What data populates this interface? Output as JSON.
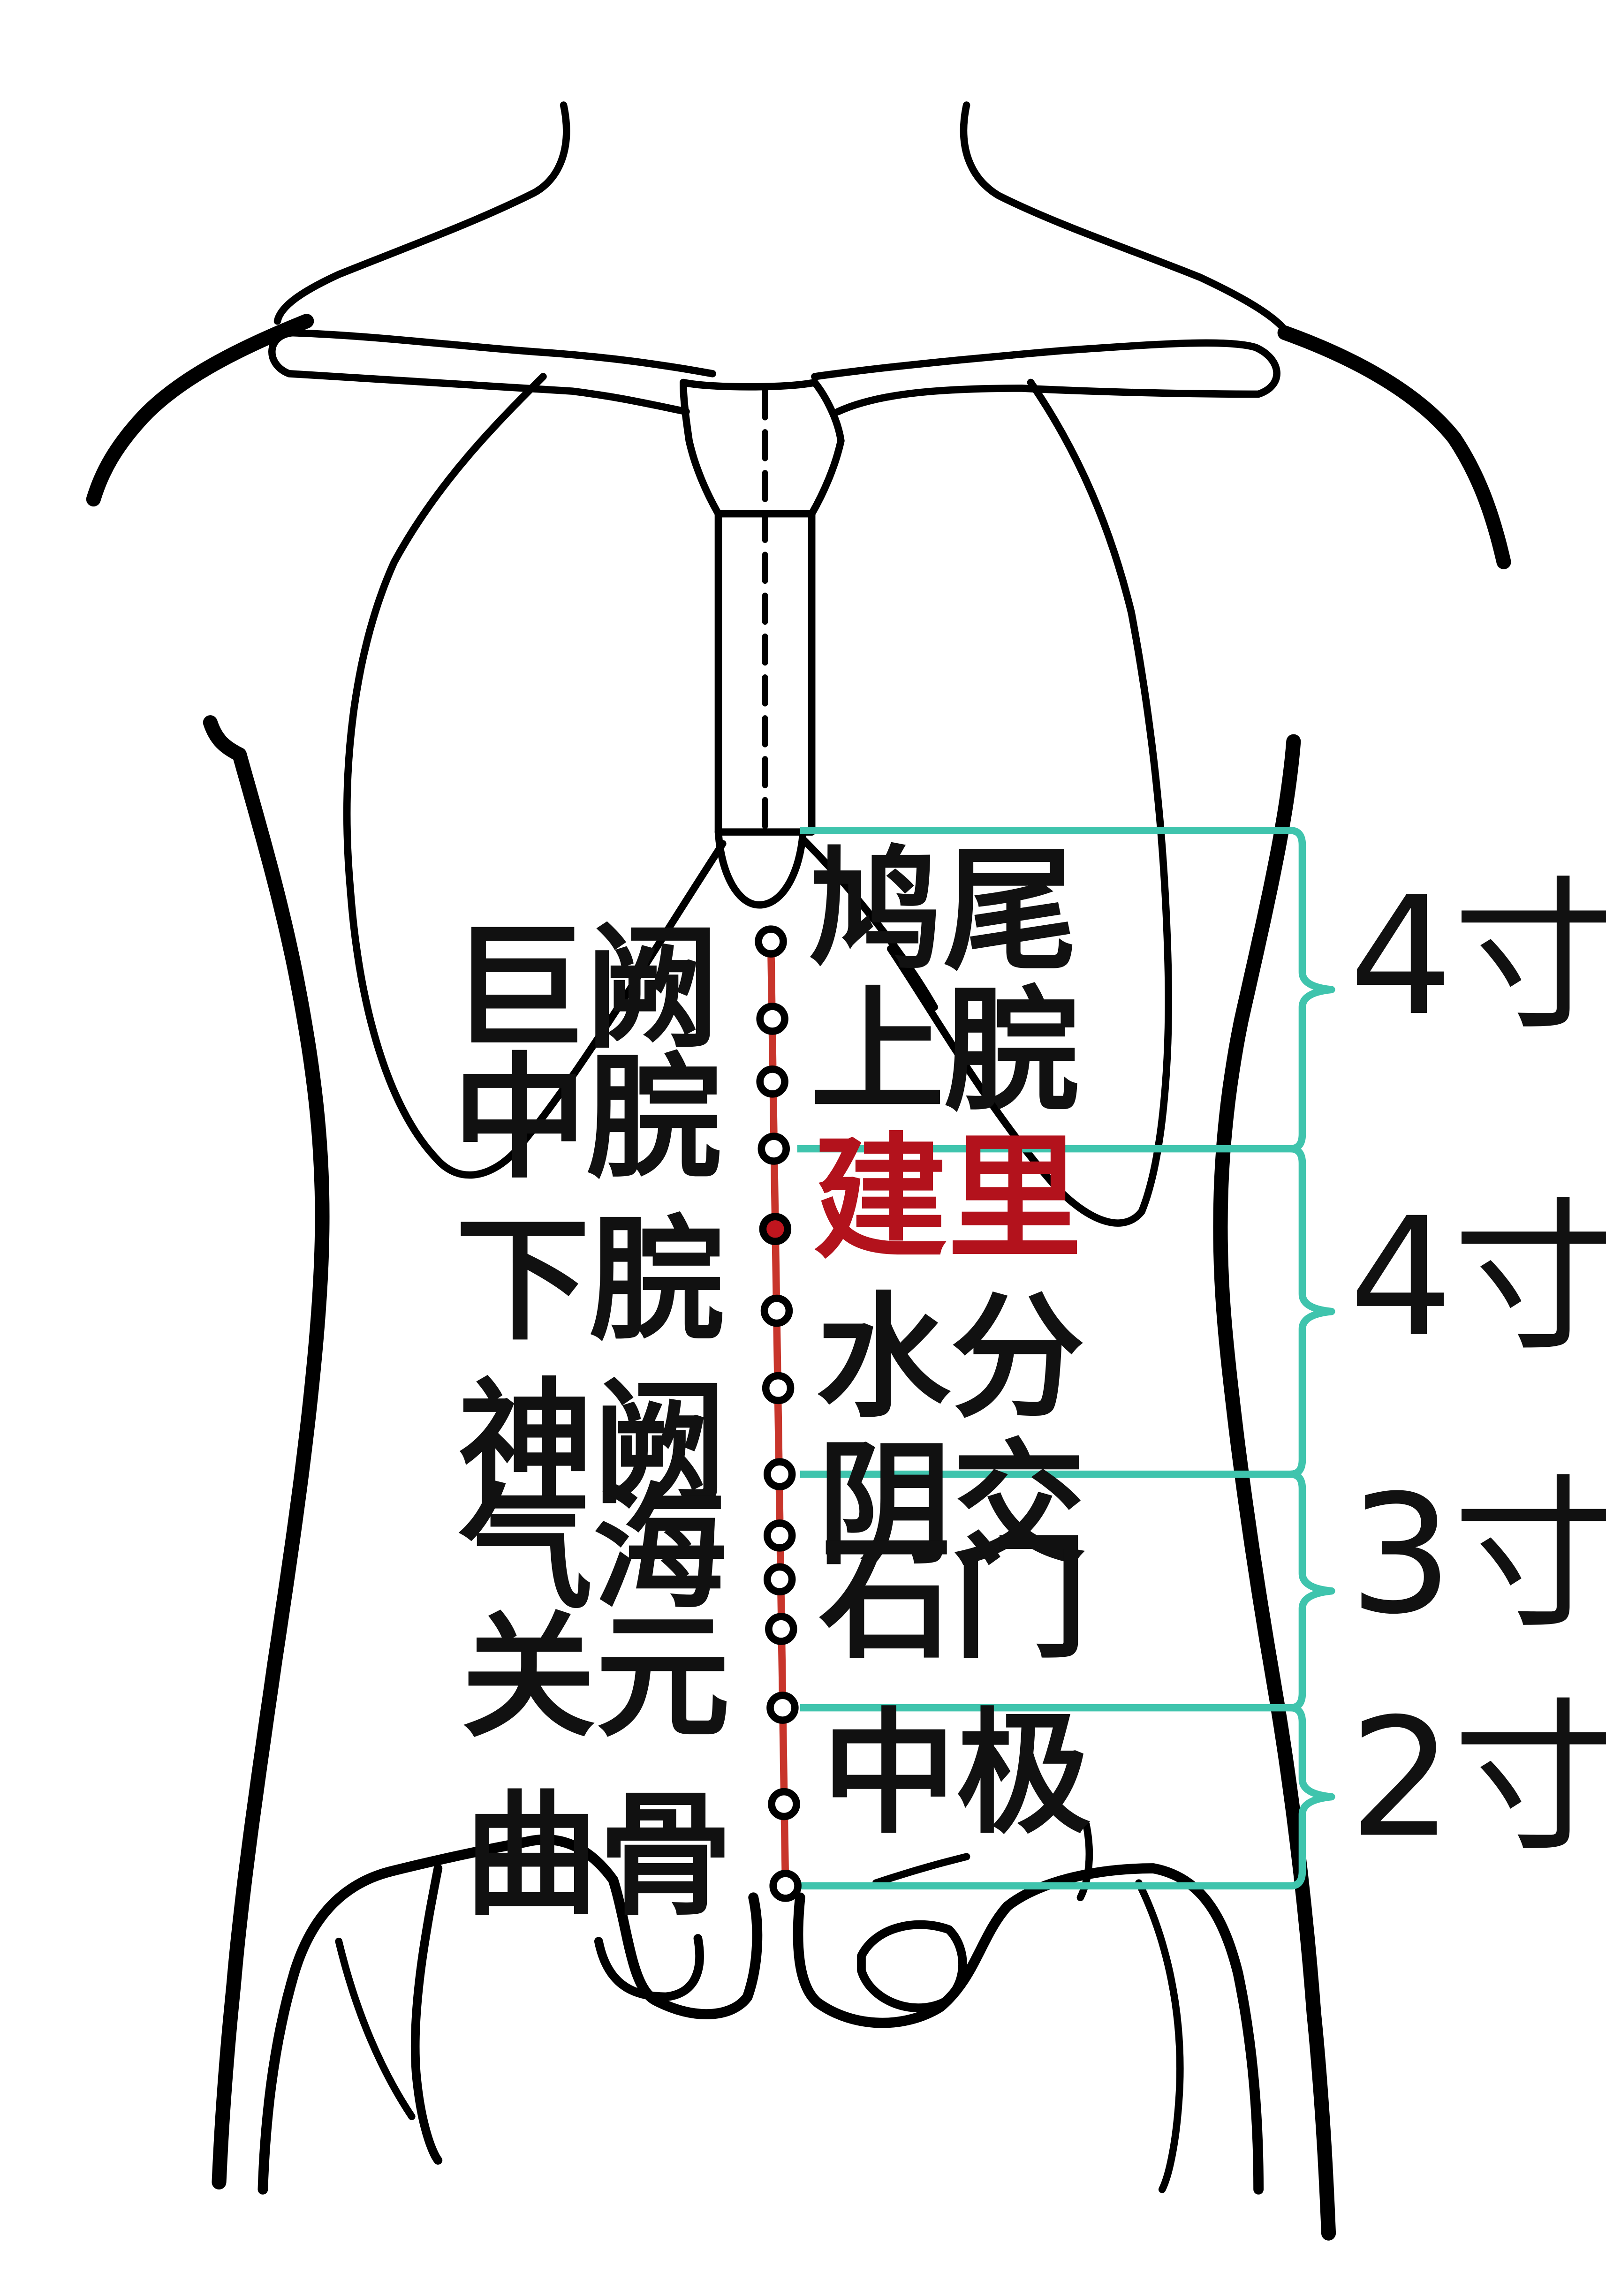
{
  "colors": {
    "outline": "#000000",
    "meridian_line": "#c8352b",
    "bracket": "#3fc4ad",
    "point_ring": "#000000",
    "point_fill": "#ffffff",
    "highlight_fill": "#c0151e",
    "highlight_label": "#b3121c",
    "label": "#111111"
  },
  "acupoints": [
    {
      "id": "jiuwei",
      "label": "鸠尾",
      "side": "right",
      "highlight": false
    },
    {
      "id": "juque",
      "label": "巨阙",
      "side": "left",
      "highlight": false
    },
    {
      "id": "shangwan",
      "label": "上脘",
      "side": "right",
      "highlight": false
    },
    {
      "id": "zhongwan",
      "label": "中脘",
      "side": "left",
      "highlight": false
    },
    {
      "id": "jianli",
      "label": "建里",
      "side": "right",
      "highlight": true
    },
    {
      "id": "xiawan",
      "label": "下脘",
      "side": "left",
      "highlight": false
    },
    {
      "id": "shuifen",
      "label": "水分",
      "side": "right",
      "highlight": false
    },
    {
      "id": "shenque",
      "label": "神阙",
      "side": "left",
      "highlight": false
    },
    {
      "id": "yinjiao",
      "label": "阴交",
      "side": "right",
      "highlight": false
    },
    {
      "id": "qihai",
      "label": "气海",
      "side": "left",
      "highlight": false
    },
    {
      "id": "shimen",
      "label": "石门",
      "side": "right",
      "highlight": false
    },
    {
      "id": "guanyuan",
      "label": "关元",
      "side": "left",
      "highlight": false
    },
    {
      "id": "zhongji",
      "label": "中极",
      "side": "right",
      "highlight": false
    },
    {
      "id": "qugu",
      "label": "曲骨",
      "side": "left",
      "highlight": false
    }
  ],
  "measurements": [
    {
      "label": "4寸"
    },
    {
      "label": "4寸"
    },
    {
      "label": "3寸"
    },
    {
      "label": "2寸"
    }
  ]
}
